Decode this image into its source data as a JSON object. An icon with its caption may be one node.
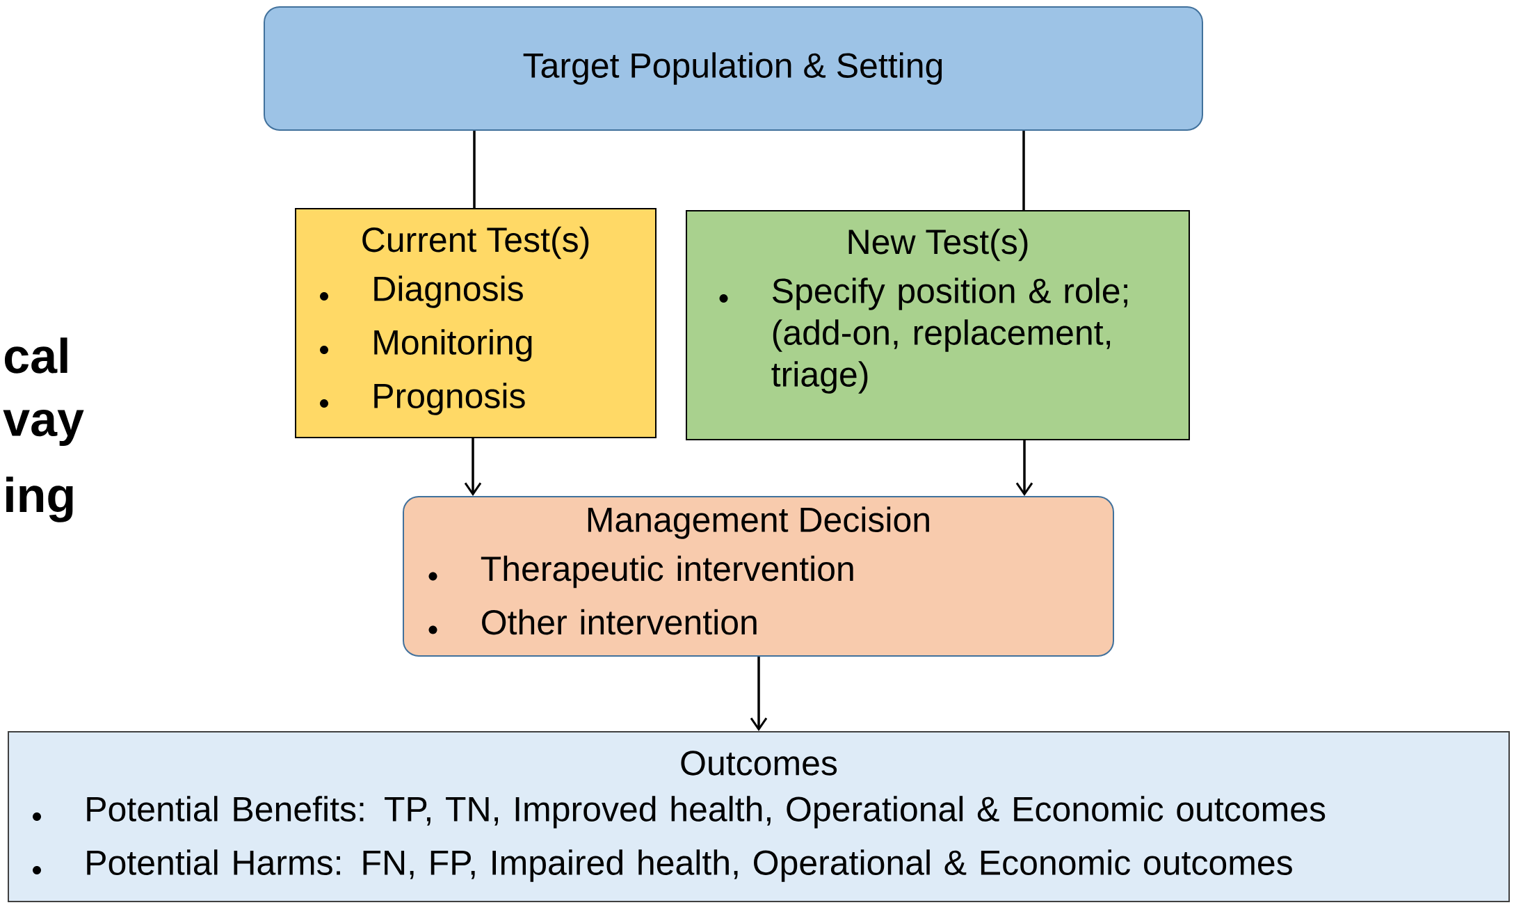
{
  "diagram": {
    "nodes": [
      {
        "text": [
          "Target Population & Setting"
        ]
      },
      {
        "text": [
          "Current Test(s)",
          "Diagnosis",
          "Monitoring",
          "Prognosis"
        ]
      },
      {
        "text": [
          "New Test(s)",
          "Specify position & role; (add-on, replacement, triage)"
        ]
      },
      {
        "text": [
          "Management Decision",
          "Therapeutic intervention",
          "Other intervention"
        ]
      },
      {
        "text": [
          "Outcomes",
          "Potential Benefits: TP, TN, Improved health, Operational & Economic outcomes",
          "Potential Harms: FN, FP, Impaired health, Operational & Economic outcomes"
        ]
      }
    ],
    "edges": [
      {
        "from": 0,
        "to": 1,
        "arrow": "none"
      },
      {
        "from": 0,
        "to": 2,
        "arrow": "none"
      },
      {
        "from": 1,
        "to": 3,
        "arrow": "to"
      },
      {
        "from": 2,
        "to": 3,
        "arrow": "to"
      },
      {
        "from": 3,
        "to": 4,
        "arrow": "to"
      }
    ],
    "labels": [
      "cal",
      "vay",
      "ing"
    ]
  }
}
